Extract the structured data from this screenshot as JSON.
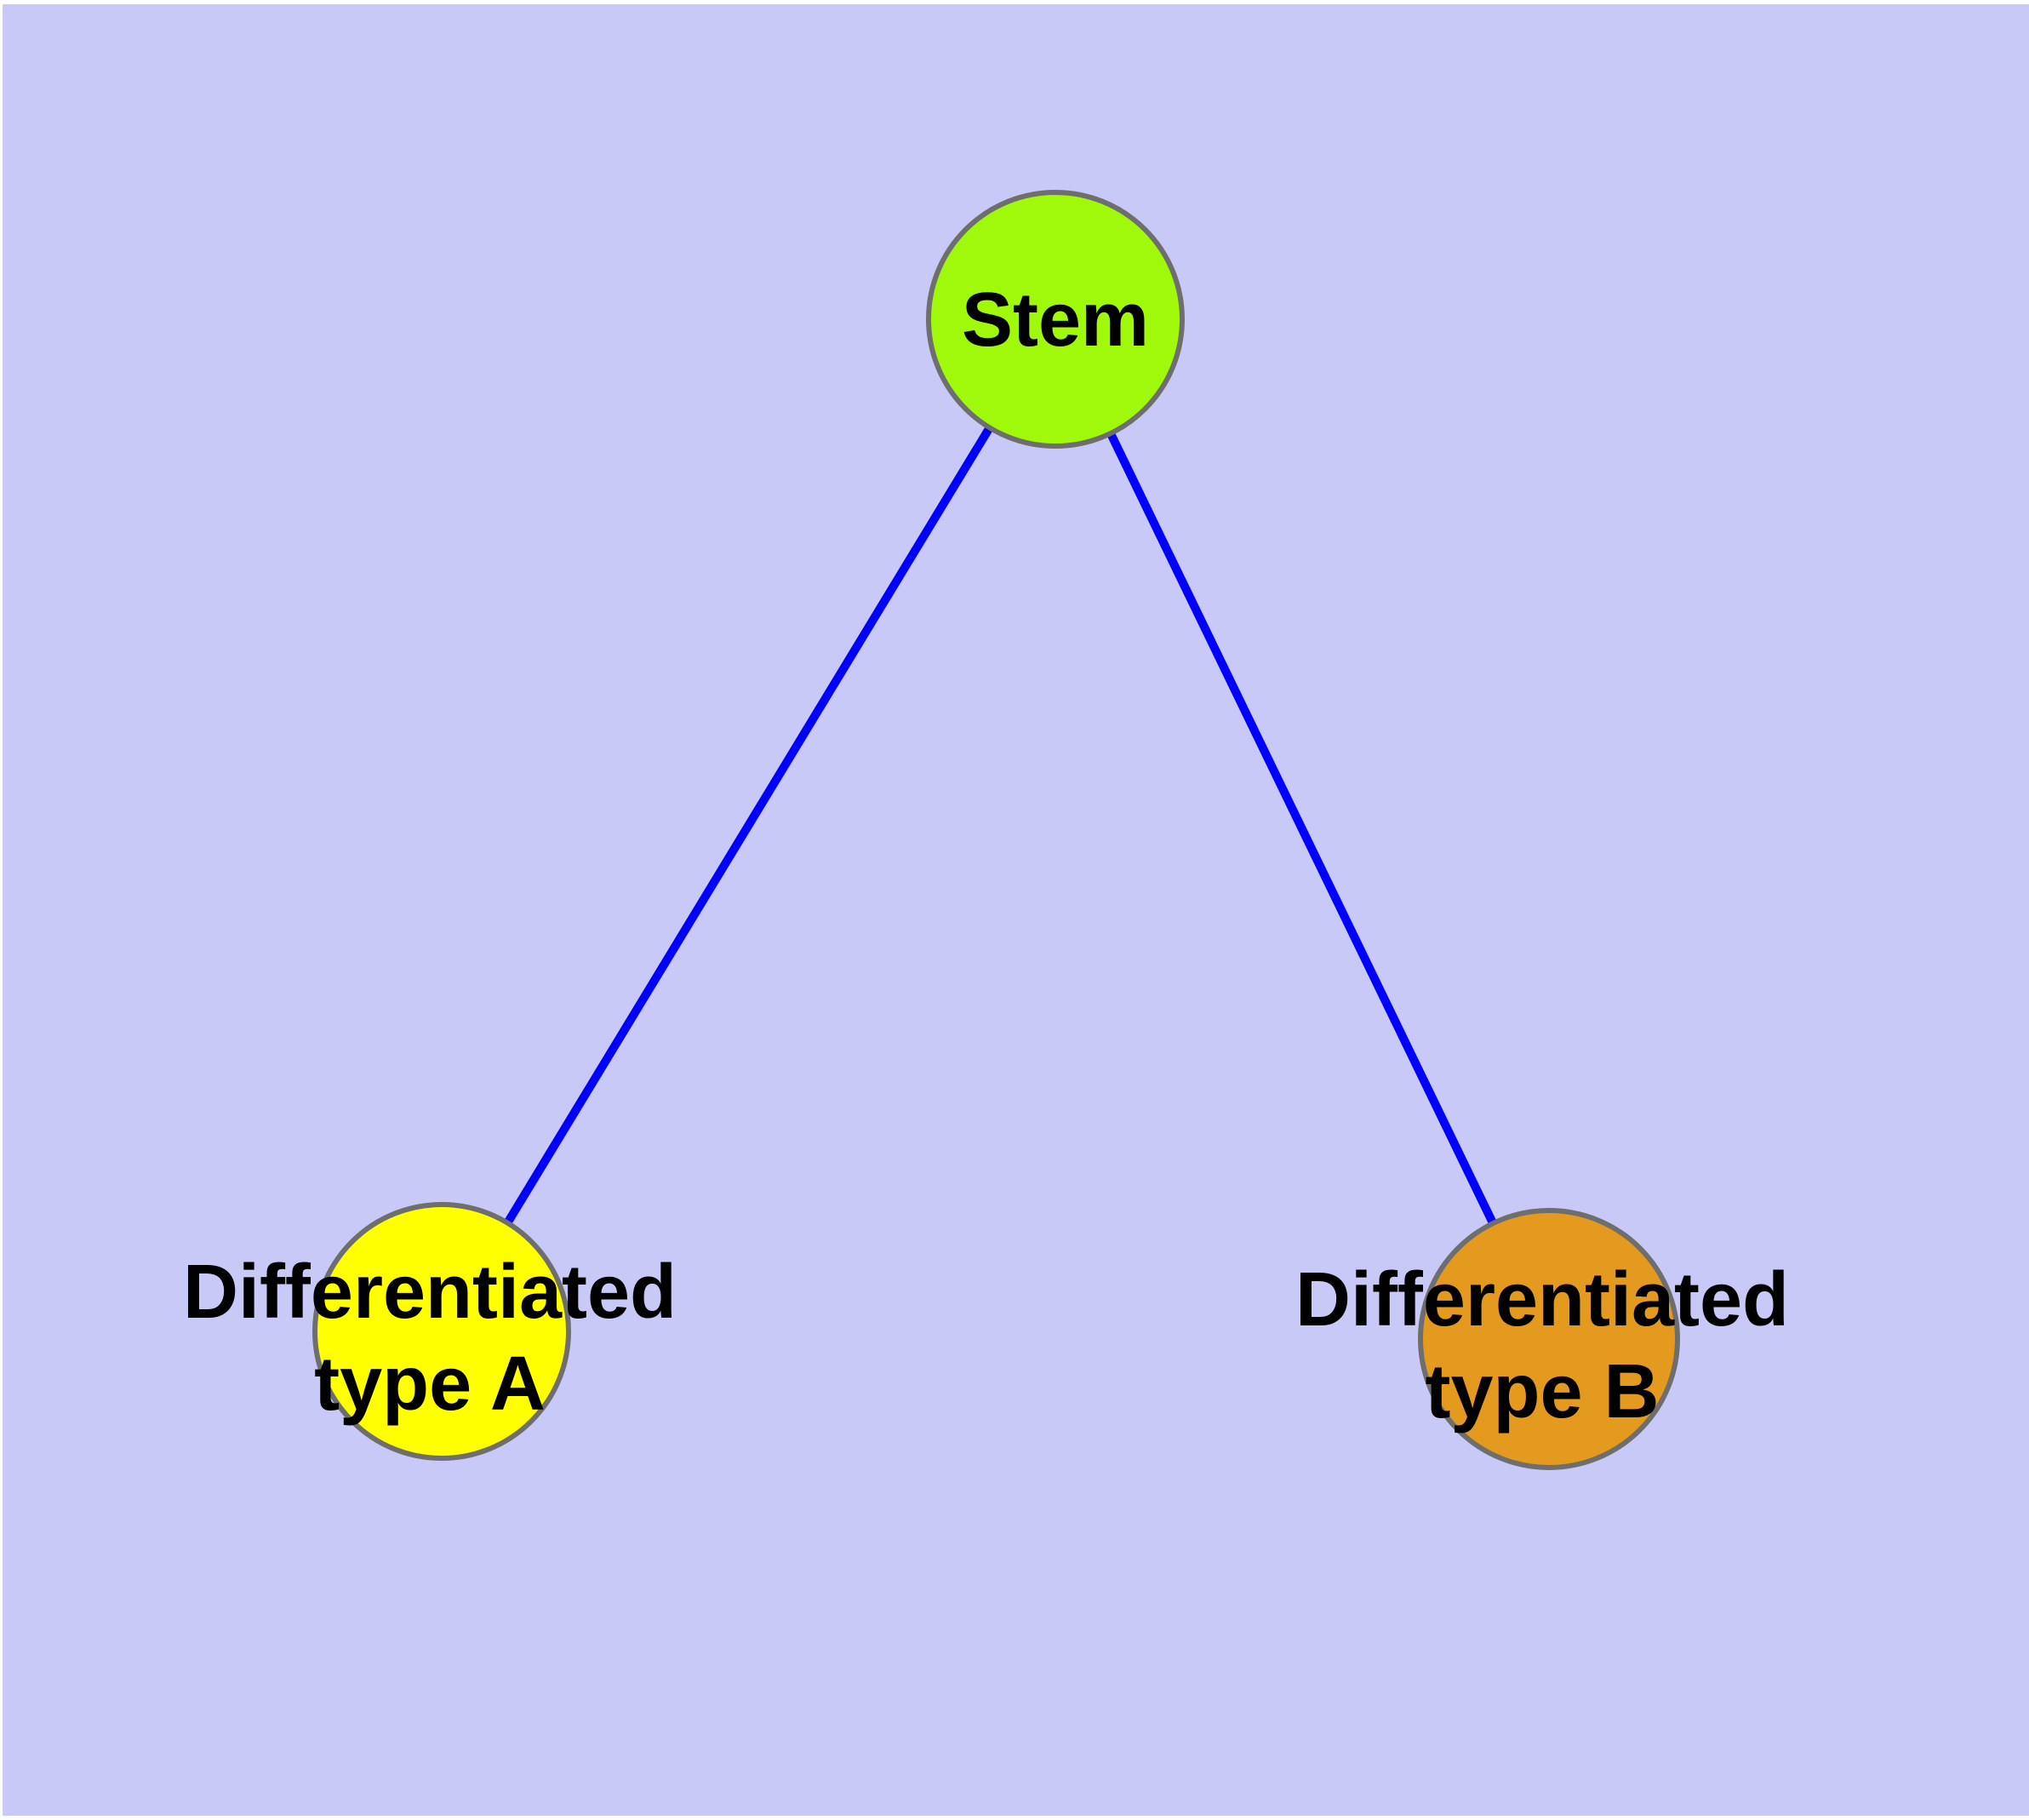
{
  "diagram": {
    "type": "node-link-graph",
    "background_color": "#C9C9F8",
    "edge_color": "#0000FF",
    "node_border_color": "#6E6E6E",
    "label_color": "#000000",
    "nodes": [
      {
        "id": "stem",
        "label": "Stem",
        "fill": "#A0F80A"
      },
      {
        "id": "diff-a",
        "label_line1": "Differentiated",
        "label_line2": "type A",
        "fill": "#FFFF00"
      },
      {
        "id": "diff-b",
        "label_line1": "Differentiated",
        "label_line2": "type B",
        "fill": "#E49A1E"
      }
    ],
    "edges": [
      {
        "from": "stem",
        "to": "diff-a"
      },
      {
        "from": "stem",
        "to": "diff-b"
      }
    ]
  }
}
